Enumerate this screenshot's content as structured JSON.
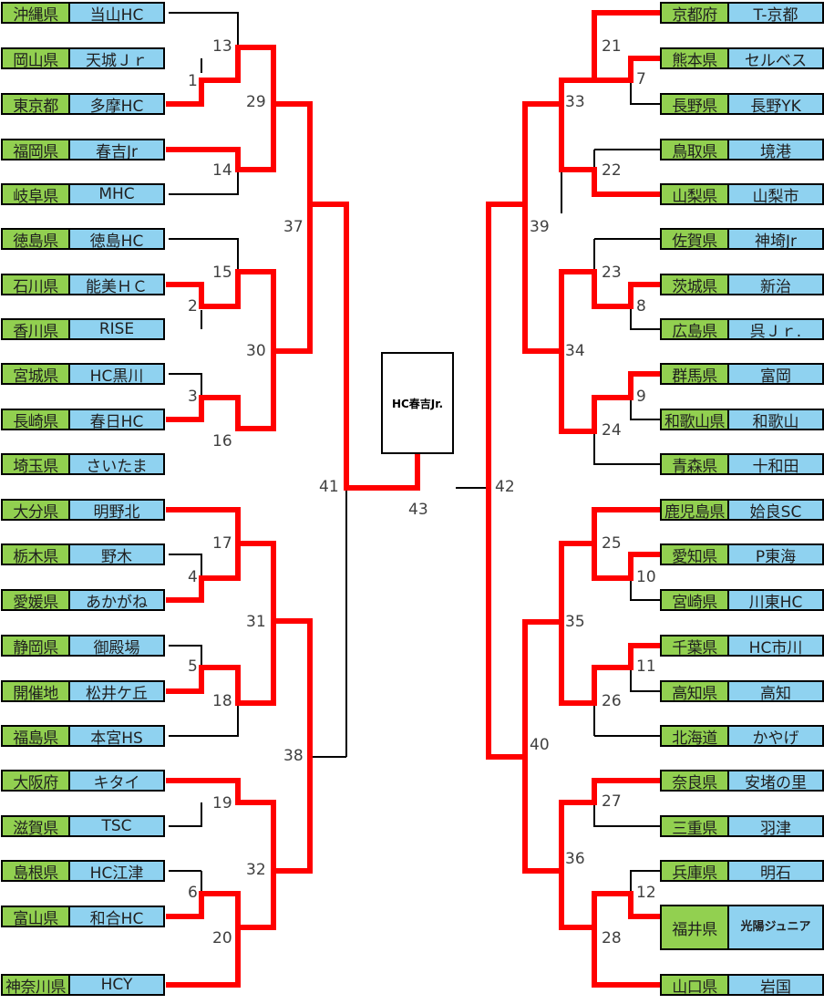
{
  "champion": "HC春吉Jr.",
  "left_teams": [
    {
      "pref": "沖縄県",
      "club": "当山HC"
    },
    {
      "pref": "岡山県",
      "club": "天城Ｊｒ"
    },
    {
      "pref": "東京都",
      "club": "多摩HC"
    },
    {
      "pref": "福岡県",
      "club": "春吉Jr"
    },
    {
      "pref": "岐阜県",
      "club": "MHC"
    },
    {
      "pref": "徳島県",
      "club": "徳島HC"
    },
    {
      "pref": "石川県",
      "club": "能美ＨＣ"
    },
    {
      "pref": "香川県",
      "club": "RISE"
    },
    {
      "pref": "宮城県",
      "club": "HC黒川"
    },
    {
      "pref": "長崎県",
      "club": "春日HC"
    },
    {
      "pref": "埼玉県",
      "club": "さいたま"
    },
    {
      "pref": "大分県",
      "club": "明野北"
    },
    {
      "pref": "栃木県",
      "club": "野木"
    },
    {
      "pref": "愛媛県",
      "club": "あかがね"
    },
    {
      "pref": "静岡県",
      "club": "御殿場"
    },
    {
      "pref": "開催地",
      "club": "松井ケ丘"
    },
    {
      "pref": "福島県",
      "club": "本宮HS"
    },
    {
      "pref": "大阪府",
      "club": "キタイ"
    },
    {
      "pref": "滋賀県",
      "club": "TSC"
    },
    {
      "pref": "島根県",
      "club": "HC江津"
    },
    {
      "pref": "富山県",
      "club": "和合HC"
    },
    {
      "pref": "神奈川県",
      "club": "HCY"
    }
  ],
  "right_teams": [
    {
      "pref": "京都府",
      "club": "T-京都"
    },
    {
      "pref": "熊本県",
      "club": "セルベス"
    },
    {
      "pref": "長野県",
      "club": "長野YK"
    },
    {
      "pref": "鳥取県",
      "club": "境港"
    },
    {
      "pref": "山梨県",
      "club": "山梨市"
    },
    {
      "pref": "佐賀県",
      "club": "神埼Jr"
    },
    {
      "pref": "茨城県",
      "club": "新治"
    },
    {
      "pref": "広島県",
      "club": "呉Ｊｒ."
    },
    {
      "pref": "群馬県",
      "club": "富岡"
    },
    {
      "pref": "和歌山県",
      "club": "和歌山"
    },
    {
      "pref": "青森県",
      "club": "十和田"
    },
    {
      "pref": "鹿児島県",
      "club": "姶良SC"
    },
    {
      "pref": "愛知県",
      "club": "P東海"
    },
    {
      "pref": "宮崎県",
      "club": "川東HC"
    },
    {
      "pref": "千葉県",
      "club": "HC市川"
    },
    {
      "pref": "高知県",
      "club": "高知"
    },
    {
      "pref": "北海道",
      "club": "かやげ"
    },
    {
      "pref": "奈良県",
      "club": "安堵の里"
    },
    {
      "pref": "三重県",
      "club": "羽津"
    },
    {
      "pref": "兵庫県",
      "club": "明石"
    },
    {
      "pref": "福井県",
      "club": "光陽ジュニア"
    },
    {
      "pref": "山口県",
      "club": "岩国"
    }
  ],
  "match_numbers": [
    "1",
    "2",
    "3",
    "4",
    "5",
    "6",
    "7",
    "8",
    "9",
    "10",
    "11",
    "12",
    "13",
    "14",
    "15",
    "16",
    "17",
    "18",
    "19",
    "20",
    "21",
    "22",
    "23",
    "24",
    "25",
    "26",
    "27",
    "28",
    "29",
    "30",
    "31",
    "32",
    "33",
    "34",
    "35",
    "36",
    "37",
    "38",
    "39",
    "40",
    "41",
    "42",
    "43"
  ],
  "colors": {
    "win_line": "#ff0000",
    "line": "#000000",
    "pref_bg": "#92d050",
    "club_bg": "#8fd2f0"
  }
}
